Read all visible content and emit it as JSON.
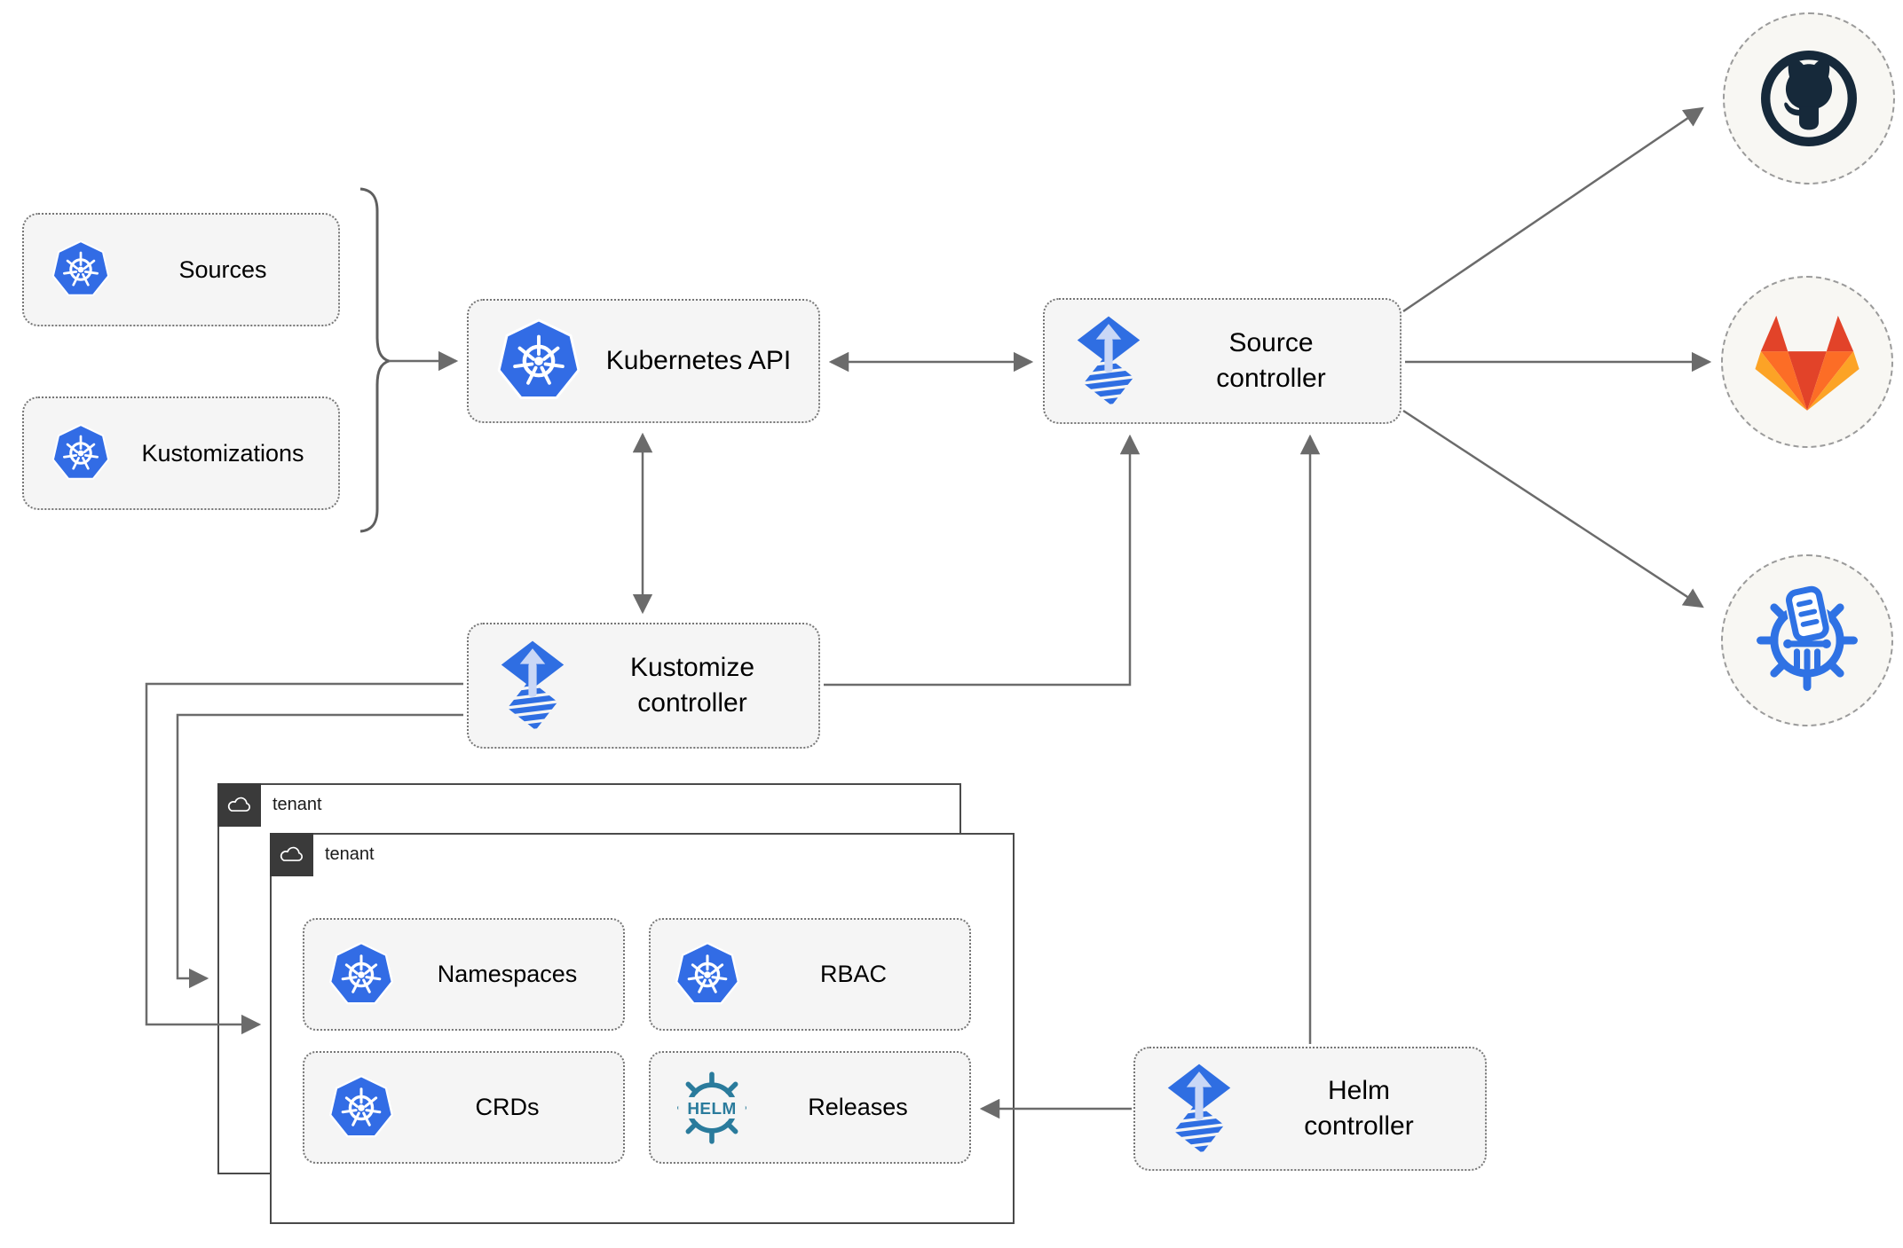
{
  "nodes": {
    "sources": {
      "label": "Sources"
    },
    "kustomizations": {
      "label": "Kustomizations"
    },
    "kubernetes_api": {
      "label": "Kubernetes API"
    },
    "source_controller": {
      "label": "Source controller"
    },
    "kustomize_controller": {
      "label": "Kustomize controller"
    },
    "helm_controller": {
      "label": "Helm controller"
    }
  },
  "tenants": [
    {
      "label": "tenant"
    },
    {
      "label": "tenant"
    }
  ],
  "tenant_resources": [
    {
      "label": "Namespaces",
      "icon": "kubernetes-icon"
    },
    {
      "label": "RBAC",
      "icon": "kubernetes-icon"
    },
    {
      "label": "CRDs",
      "icon": "kubernetes-icon"
    },
    {
      "label": "Releases",
      "icon": "helm-icon",
      "logo_text": "HELM"
    }
  ],
  "external_sources": [
    {
      "icon": "github-icon"
    },
    {
      "icon": "gitlab-icon"
    },
    {
      "icon": "chartmuseum-icon"
    }
  ],
  "colors": {
    "kubernetes_blue": "#326ce5",
    "flux_blue": "#2f6ee2",
    "flux_arrow_light": "#c9d7f6",
    "helm_teal": "#2a7b9c",
    "github_navy": "#16293a",
    "gitlab_red": "#e24329",
    "gitlab_orange": "#fc6d26",
    "gitlab_amber": "#fca326",
    "node_fill": "#f5f5f5",
    "line_gray": "#6b6b6b",
    "tenant_tab_dark": "#3a3a3a"
  }
}
